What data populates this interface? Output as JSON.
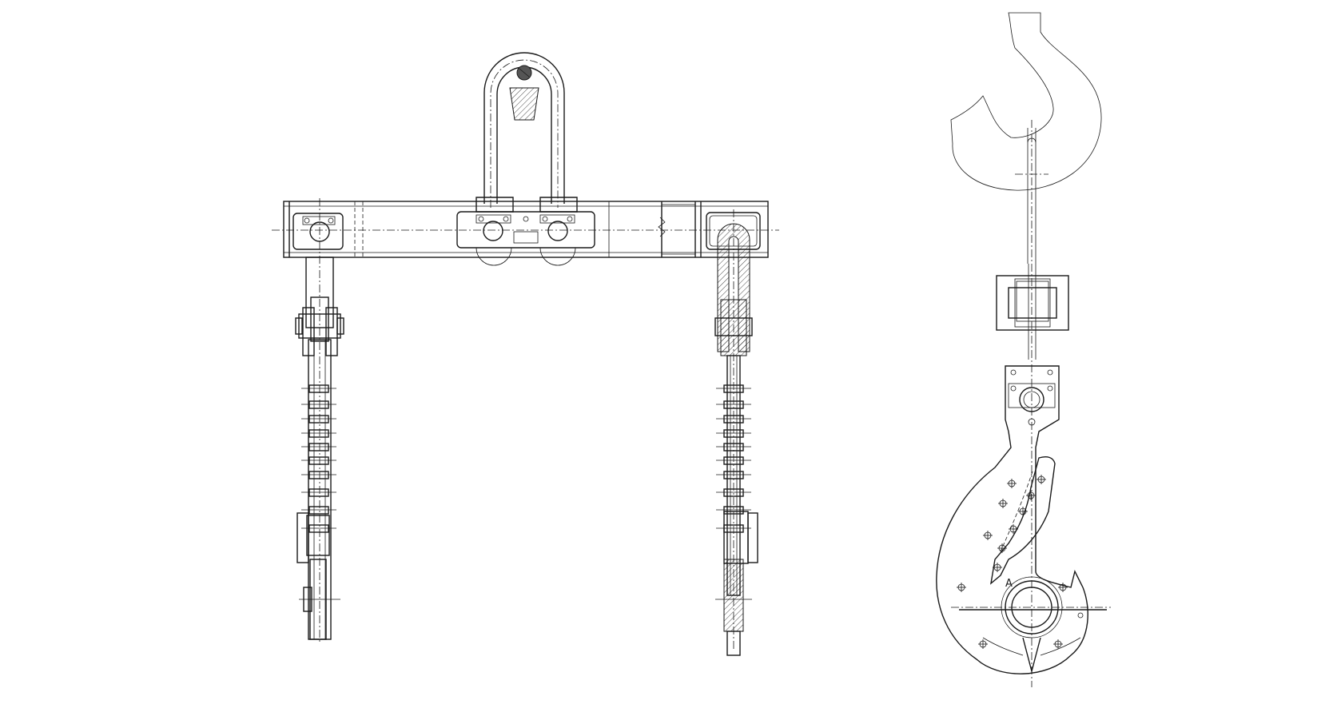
{
  "drawing": {
    "section_label": "A",
    "views": [
      "spreader-beam-front-view",
      "hook-block-side-view"
    ],
    "colors": {
      "line": "#1a1a1a",
      "background": "#ffffff"
    }
  }
}
